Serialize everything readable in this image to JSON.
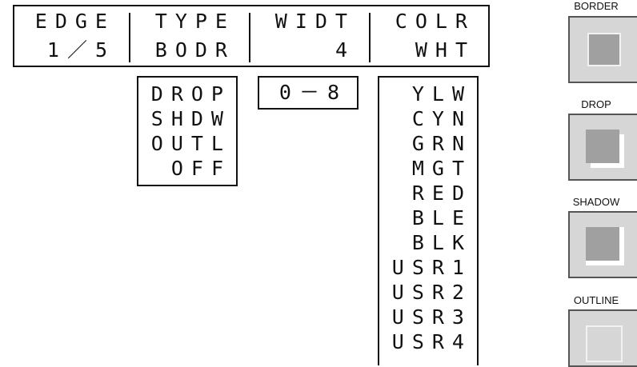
{
  "lcd": {
    "columns": [
      {
        "header": "EDGE",
        "value": "1／5"
      },
      {
        "header": "TYPE",
        "value": "BODR"
      },
      {
        "header": "WIDT",
        "value": "4"
      },
      {
        "header": "COLR",
        "value": "WHT"
      }
    ]
  },
  "options": {
    "type": [
      "DROP",
      "SHDW",
      "OUTL",
      "OFF"
    ],
    "width_range": "0－8",
    "color": [
      "YLW",
      "CYN",
      "GRN",
      "MGT",
      "RED",
      "BLE",
      "BLK",
      "USR1",
      "USR2",
      "USR3",
      "USR4"
    ]
  },
  "buttons": {
    "border_label": "BORDER",
    "drop_label": "DROP",
    "shadow_label": "SHADOW",
    "outline_label": "OUTLINE"
  },
  "colors": {
    "button_face": "#d6d6d6",
    "button_inner": "#a0a0a0",
    "line": "#111111"
  }
}
